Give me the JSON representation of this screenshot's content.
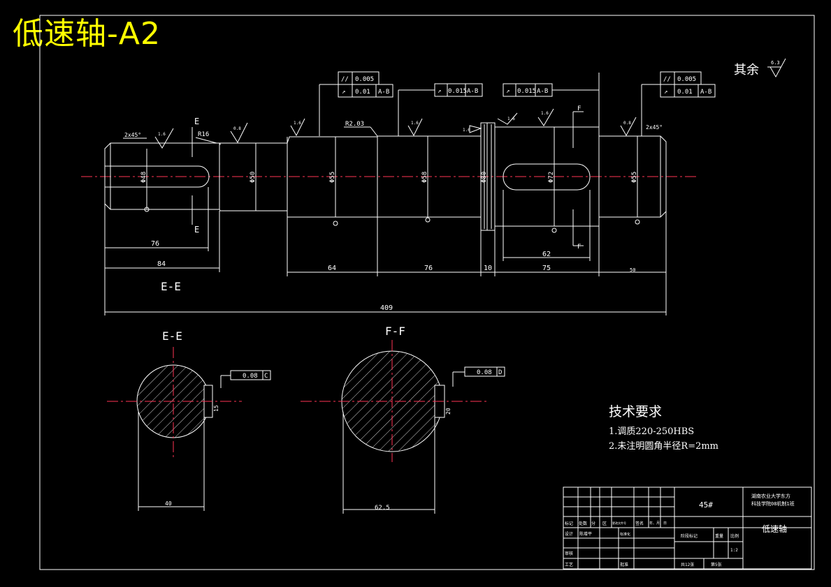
{
  "title": "低速轴-A2",
  "roughness_general": {
    "label": "其余",
    "value": "6.3"
  },
  "tech_requirements": {
    "heading": "技术要求",
    "items": [
      "1.调质220-250HBS",
      "2.未注明圆角半径R=2mm"
    ]
  },
  "shaft": {
    "diameters": [
      "Φ48",
      "Φ50",
      "Φ55",
      "Φ58",
      "Φ80",
      "Φ72",
      "Φ55"
    ],
    "dims_row1": [
      "76",
      "62"
    ],
    "dims_row2": [
      "84",
      "64",
      "76",
      "10",
      "75",
      "50"
    ],
    "overall": "409",
    "chamfer_left": "2x45°",
    "chamfer_right": "2x45°",
    "fillet_r16": "R16",
    "fillet_r2": "R2.03",
    "roughness": [
      "1.6",
      "0.8",
      "1.6",
      "1.6",
      "1.6",
      "1.6",
      "1.6",
      "0.8"
    ],
    "section_mark_e": "E",
    "section_mark_f": "F",
    "section_label_e": "E-E",
    "tolerance_frames": [
      {
        "symbol": "//",
        "value": "0.005",
        "datum": ""
      },
      {
        "symbol": "↗",
        "value": "0.01",
        "datum": "A-B"
      },
      {
        "symbol": "↗",
        "value": "0.015",
        "datum": "A-B"
      },
      {
        "symbol": "↗",
        "value": "0.015",
        "datum": "A-B"
      },
      {
        "symbol": "//",
        "value": "0.005",
        "datum": ""
      },
      {
        "symbol": "↗",
        "value": "0.01",
        "datum": "A-B"
      }
    ]
  },
  "sections": {
    "ee": {
      "title": "E-E",
      "tol": "0.08",
      "datum": "C",
      "width": "40",
      "depth": "15"
    },
    "ff": {
      "title": "F-F",
      "tol": "0.08",
      "datum": "D",
      "width": "62.5",
      "depth": "20"
    }
  },
  "title_block": {
    "material": "45#",
    "school": [
      "湖南农业大学东方",
      "科技学院08机制1班"
    ],
    "part_name": "低速轴",
    "scale": "1:2",
    "labels": [
      "标记",
      "处数",
      "分",
      "区",
      "更改文件号",
      "签名",
      "年、月、日",
      "设计",
      "陈增平",
      "标准化",
      "阶段标记",
      "重量",
      "比例",
      "审核",
      "工艺",
      "批准"
    ],
    "sheets_total": "共12张",
    "sheet_no": "第5张"
  }
}
